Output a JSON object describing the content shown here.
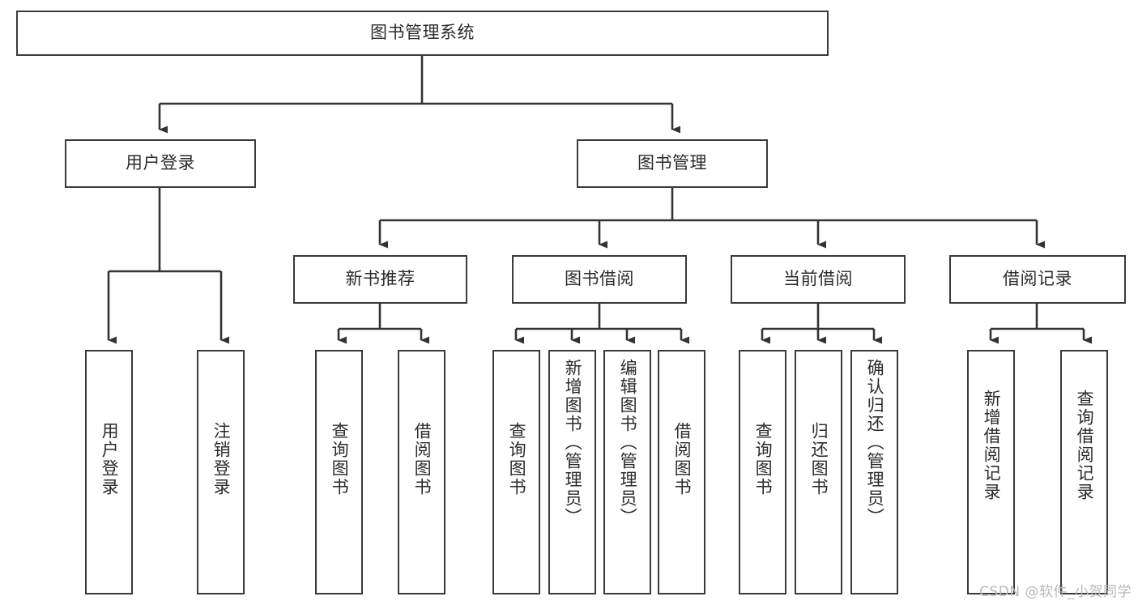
{
  "diagram": {
    "type": "tree",
    "title": "图书管理系统",
    "orientation": "top-down",
    "colors": {
      "box_border": "#3a3a3a",
      "box_fill": "#ffffff",
      "connector": "#333333",
      "text": "#2b2b2b",
      "watermark": "#b9b9b9",
      "background": "#ffffff"
    },
    "watermark": "CSDN @软件_小贺同学",
    "levels": {
      "root": {
        "label": "图书管理系统"
      },
      "level2": [
        {
          "label": "用户登录"
        },
        {
          "label": "图书管理"
        }
      ],
      "level3": [
        {
          "label": "新书推荐"
        },
        {
          "label": "图书借阅"
        },
        {
          "label": "当前借阅"
        },
        {
          "label": "借阅记录"
        }
      ],
      "leaves": {
        "user_login": [
          {
            "label": "用户登录"
          },
          {
            "label": "注销登录"
          }
        ],
        "new_book_recommend": [
          {
            "label": "查询图书"
          },
          {
            "label": "借阅图书"
          }
        ],
        "book_borrow": [
          {
            "label": "查询图书"
          },
          {
            "label": "新增图书（管理员）"
          },
          {
            "label": "编辑图书（管理员）"
          },
          {
            "label": "借阅图书"
          }
        ],
        "current_borrow": [
          {
            "label": "查询图书"
          },
          {
            "label": "归还图书"
          },
          {
            "label": "确认归还（管理员）"
          }
        ],
        "borrow_record": [
          {
            "label": "新增借阅记录"
          },
          {
            "label": "查询借阅记录"
          }
        ]
      }
    }
  }
}
